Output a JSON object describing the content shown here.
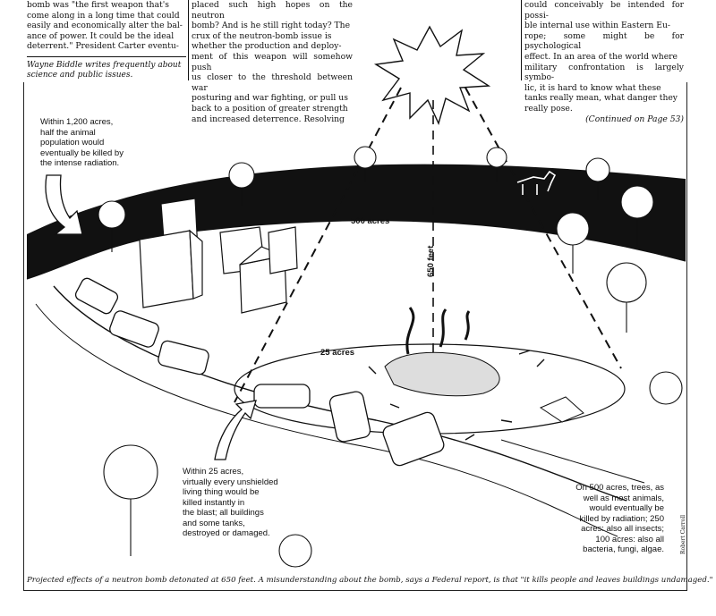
{
  "article": {
    "col_left": "bomb was \"the first weapon that's\ncome along in a long time that could\neasily and economically alter the bal-\nance of power. It could be the ideal\ndeterrent.\" President Carter eventu-",
    "byline": "Wayne Biddle writes frequently about\nscience and public issues.",
    "col_mid": "placed such high hopes on the neutron\nbomb? And is he still right today? The\ncrux of the neutron-bomb issue is\nwhether the production and deploy-\nment of this weapon will somehow push\nus closer to the threshold between war\nposturing and war fighting, or pull us\nback to a position of greater strength\nand increased deterrence. Resolving",
    "col_right": "could conceivably be intended for possi-\nble internal use within Eastern Eu-\nrope; some might be for psychological\neffect. In an area of the world where\nmilitary confrontation is largely symbo-\nlic, it is hard to know what these\ntanks really mean, what danger they\nreally pose.",
    "continued": "(Continued on Page 53)"
  },
  "labels": {
    "acres_1200": "Within 1,200 acres,\nhalf the animal\npopulation would\neventually be killed by\nthe intense radiation.",
    "acres_500": "500 acres",
    "acres_25": "25 acres",
    "height": "650 feet",
    "within_25": "Within 25 acres,\nvirtually every unshielded\nliving thing would be\nkilled instantly in\nthe blast; all buildings\nand some tanks,\ndestroyed or damaged.",
    "on_500": "On 500 acres, trees, as\nwell as most animals,\nwould eventually be\nkilled by radiation; 250\nacres: also all insects;\n100 acres: also all\nbacteria, fungi, algae."
  },
  "caption": "Projected effects of a neutron bomb detonated at 650 feet. A misunderstanding about the bomb, says a Federal report, is that \"it kills people and leaves buildings undamaged.\"",
  "artist_credit": "Robert Carroll"
}
